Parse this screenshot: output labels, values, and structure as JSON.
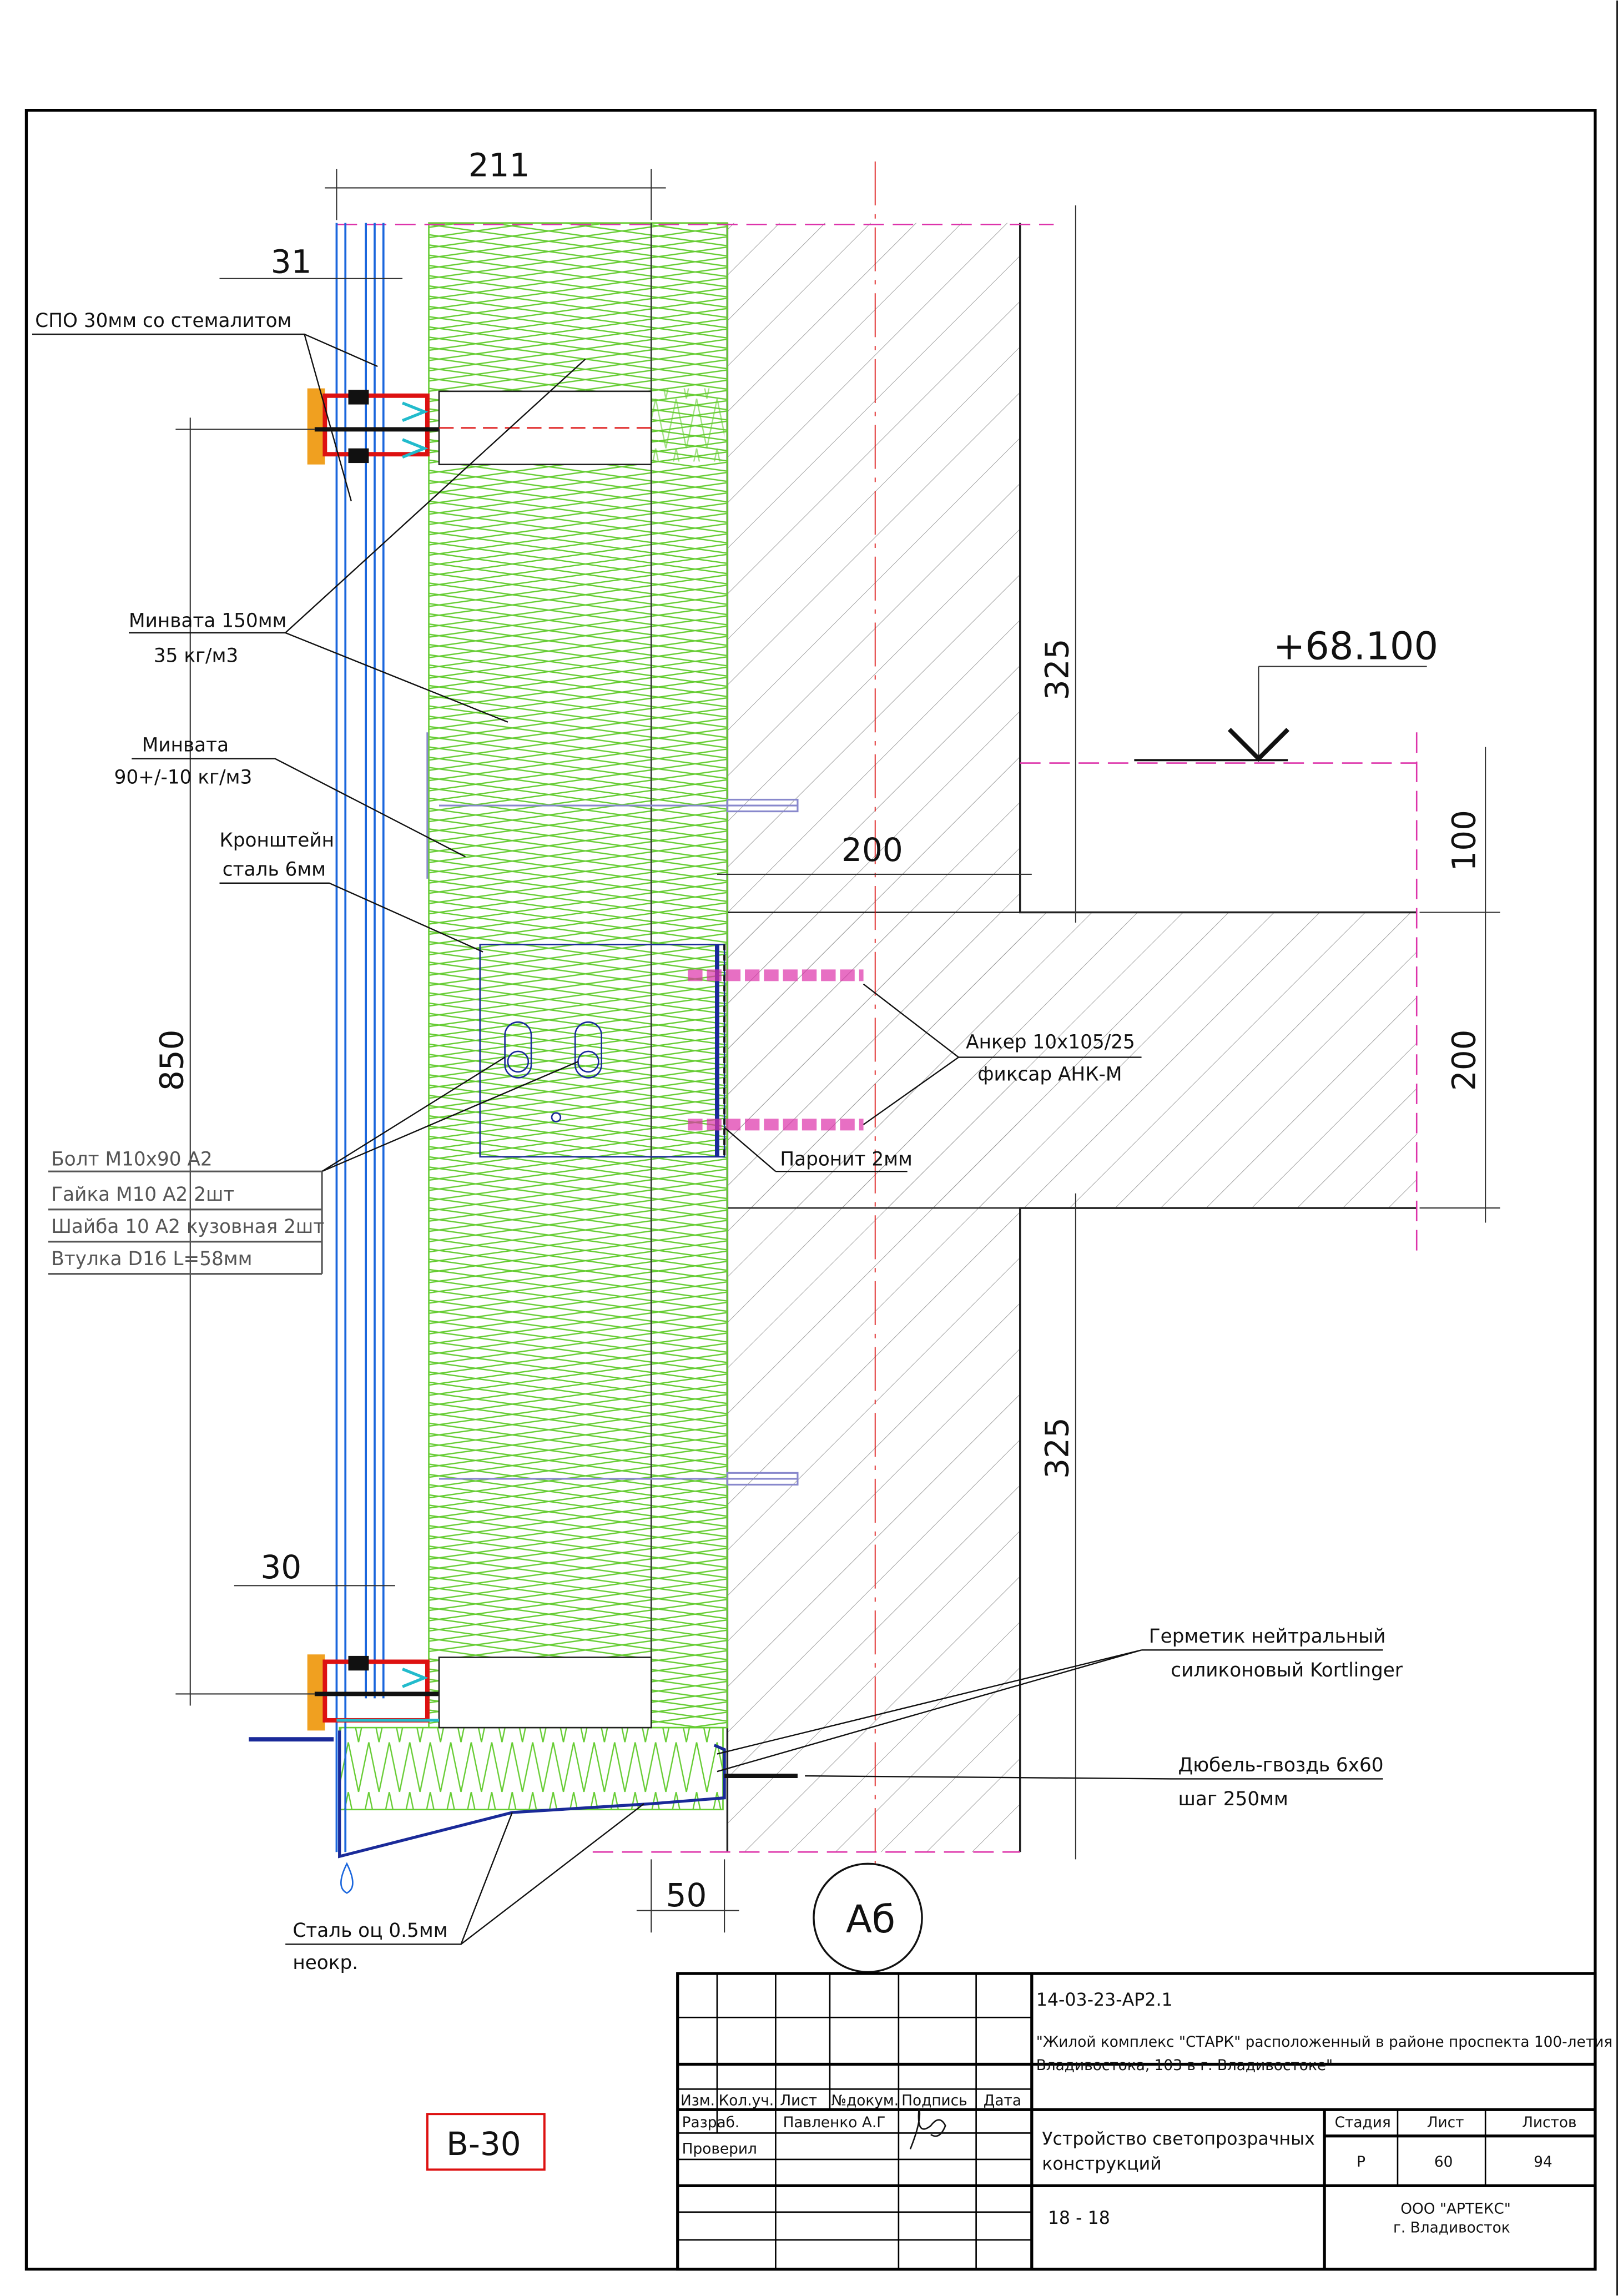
{
  "dimensions": {
    "d211": "211",
    "d31": "31",
    "d850": "850",
    "d325_top": "325",
    "d325_bottom": "325",
    "d100": "100",
    "d200_right": "200",
    "d200_slab": "200",
    "d30": "30",
    "d50": "50"
  },
  "level_mark": "+68.100",
  "labels": {
    "spo": "СПО 30мм со стемалитом",
    "minvata150_1": "Минвата 150мм",
    "minvata150_2": "35 кг/м3",
    "minvata90_1": "Минвата",
    "minvata90_2": "90+/-10 кг/м3",
    "bracket_1": "Кронштейн",
    "bracket_2": "сталь 6мм",
    "anchor_1": "Анкер 10х105/25",
    "anchor_2": "фиксар АНК-М",
    "paronit": "Паронит 2мм",
    "sealant_1": "Герметик нейтральный",
    "sealant_2": "силиконовый Kortlinger",
    "dowel_1": "Дюбель-гвоздь 6х60",
    "dowel_2": "шаг 250мм",
    "steel_1": "Сталь оц 0.5мм",
    "steel_2": "неокр."
  },
  "spec_list": [
    "Болт М10х90 А2",
    "Гайка М10 А2 2шт",
    "Шайба 10 А2 кузовная 2шт",
    "Втулка D16 L=58мм"
  ],
  "section_mark": "Аб",
  "sheet_tag": "В-30",
  "title_block": {
    "doc_code": "14-03-23-АР2.1",
    "project_1": "\"Жилой комплекс \"СТАРК\" расположенный в районе проспекта 100-летия",
    "project_2": "Владивостока, 103 в г. Владивостоке\"",
    "headers": [
      "Изм.",
      "Кол.уч.",
      "Лист",
      "№докум.",
      "Подпись",
      "Дата"
    ],
    "developed_label": "Разраб.",
    "developer": "Павленко А.Г",
    "checked_label": "Проверил",
    "sheet_title_1": "Устройство светопрозрачных",
    "sheet_title_2": "конструкций",
    "stage_label": "Стадия",
    "sheet_label": "Лист",
    "sheets_label": "Листов",
    "stage": "Р",
    "sheet": "60",
    "sheets": "94",
    "range": "18  -  18",
    "company_1": "ООО \"АРТЕКС\"",
    "company_2": "г. Владивосток"
  },
  "colors": {
    "insulation": "#66cc33",
    "glass": "#1a66dd",
    "accent": "#dd1111",
    "magenta": "#dd33aa",
    "cyan": "#22bbcc",
    "frame": "#000000"
  }
}
